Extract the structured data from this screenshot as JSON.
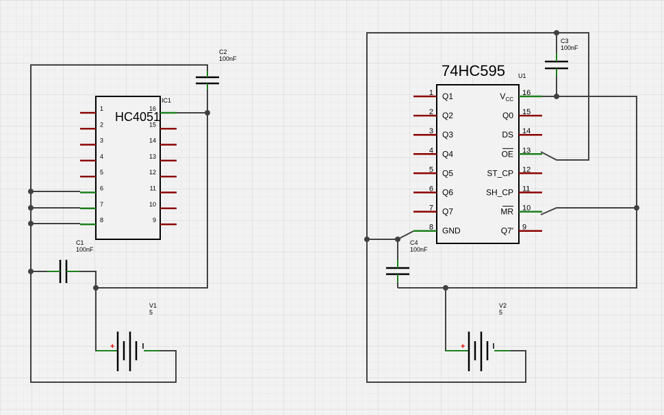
{
  "colors": {
    "background": "#f2f2f2",
    "grid": "#dcdcdc",
    "wire": "#404040",
    "chip": "#000000",
    "pin": "#8b0000",
    "pin_connected": "#1a7f1a",
    "plus_sign": "#e00000"
  },
  "ic1": {
    "name": "HC4051",
    "ref": "IC1",
    "left_pins": [
      "1",
      "2",
      "3",
      "4",
      "5",
      "6",
      "7",
      "8"
    ],
    "right_pins": [
      "16",
      "15",
      "14",
      "13",
      "12",
      "11",
      "10",
      "9"
    ]
  },
  "u1": {
    "name": "74HC595",
    "ref": "U1",
    "left_pins": [
      {
        "num": "1",
        "label": "Q1"
      },
      {
        "num": "2",
        "label": "Q2"
      },
      {
        "num": "3",
        "label": "Q3"
      },
      {
        "num": "4",
        "label": "Q4"
      },
      {
        "num": "5",
        "label": "Q5"
      },
      {
        "num": "6",
        "label": "Q6"
      },
      {
        "num": "7",
        "label": "Q7"
      },
      {
        "num": "8",
        "label": "GND"
      }
    ],
    "right_pins": [
      {
        "num": "16",
        "label": "V",
        "sub": "CC"
      },
      {
        "num": "15",
        "label": "Q0"
      },
      {
        "num": "14",
        "label": "DS"
      },
      {
        "num": "13",
        "label": "OE",
        "overline": true
      },
      {
        "num": "12",
        "label": "ST_CP"
      },
      {
        "num": "11",
        "label": "SH_CP"
      },
      {
        "num": "10",
        "label": "MR",
        "overline": true
      },
      {
        "num": "9",
        "label": "Q7′"
      }
    ]
  },
  "c1": {
    "ref": "C1",
    "value": "100nF"
  },
  "c2": {
    "ref": "C2",
    "value": "100nF"
  },
  "c3": {
    "ref": "C3",
    "value": "100nF"
  },
  "c4": {
    "ref": "C4",
    "value": "100nF"
  },
  "v1": {
    "ref": "V1",
    "value": "5",
    "plus": "+"
  },
  "v2": {
    "ref": "V2",
    "value": "5",
    "plus": "+"
  }
}
